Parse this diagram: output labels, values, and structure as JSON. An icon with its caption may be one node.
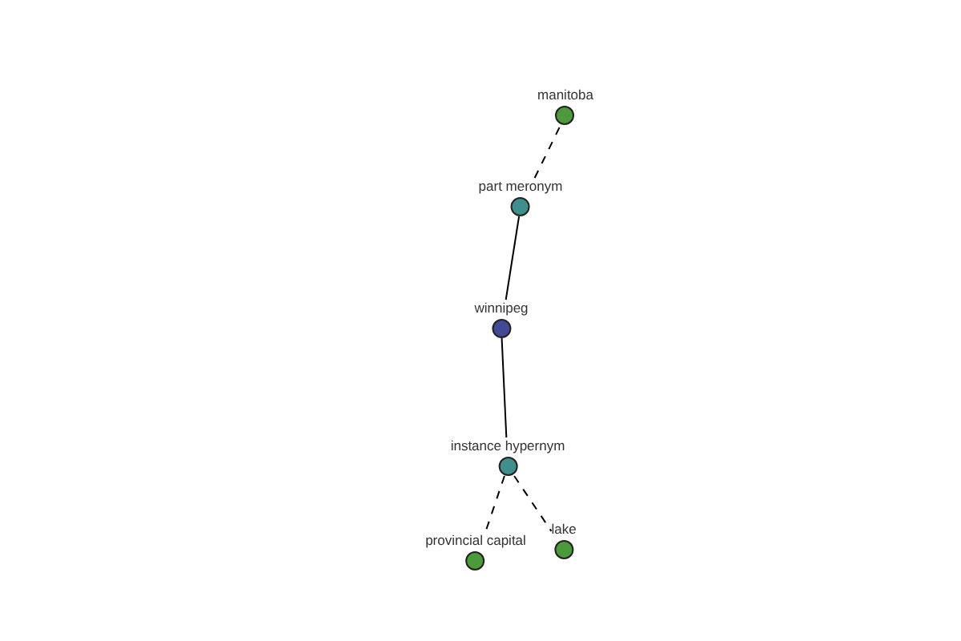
{
  "diagram": {
    "nodes": [
      {
        "text": [
          "manitoba"
        ]
      },
      {
        "text": [
          "part meronym"
        ]
      },
      {
        "text": [
          "winnipeg"
        ]
      },
      {
        "text": [
          "instance hypernym"
        ]
      },
      {
        "text": [
          "provincial capital"
        ]
      },
      {
        "text": [
          "lake"
        ]
      }
    ],
    "edges": [
      {
        "from": 1,
        "to": 0,
        "arrow": "none",
        "style": "dashed"
      },
      {
        "from": 2,
        "to": 1,
        "arrow": "none"
      },
      {
        "from": 2,
        "to": 3,
        "arrow": "none"
      },
      {
        "from": 3,
        "to": 4,
        "arrow": "none",
        "style": "dashed"
      },
      {
        "from": 3,
        "to": 5,
        "arrow": "none",
        "style": "dashed"
      }
    ]
  }
}
